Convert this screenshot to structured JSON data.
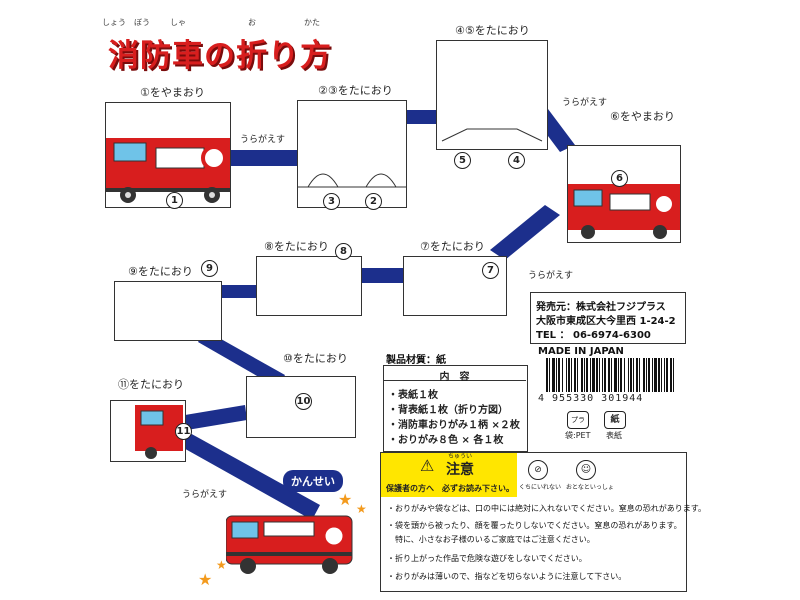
{
  "title": {
    "text": "消防車の折り方",
    "ruby": [
      "しょう",
      "ぼう",
      "しゃ",
      "お",
      "かた"
    ]
  },
  "steps": {
    "s1": "①をやまおり",
    "s23": "②③をたにおり",
    "s45": "④⑤をたにおり",
    "s6": "⑥をやまおり",
    "s7": "⑦をたにおり",
    "s8": "⑧をたにおり",
    "s9": "⑨をたにおり",
    "s10": "⑩をたにおり",
    "s11": "⑪をたにおり",
    "flip": "うらがえす",
    "done": "かんせい"
  },
  "numbers": [
    "1",
    "2",
    "3",
    "4",
    "5",
    "6",
    "7",
    "8",
    "9",
    "10",
    "11"
  ],
  "seller": {
    "line1": "発売元：株式会社フジプラス",
    "line2": "大阪市東成区大今里西 1-24-2",
    "line3": "TEL ： 06-6974-6300"
  },
  "material": "製品材質：紙",
  "made_in": "MADE IN JAPAN",
  "contents": {
    "header": "内　容",
    "items": [
      "・表紙１枚",
      "・背表紙１枚（折り方図）",
      "・消防車おりがみ１柄 ×２枚",
      "・おりがみ８色 × 各１枚"
    ]
  },
  "barcode": "4 955330 301944",
  "recycle": {
    "bag": "袋:PET",
    "cover": "表紙",
    "mark1": "プラ",
    "mark2": "紙"
  },
  "caution": {
    "title": "注意",
    "title_ruby": "ちゅうい",
    "subtitle": "保護者の方へ　必ずお読み下さい。",
    "icon_no_mouth": "くちにいれない",
    "icon_adult": "おとなといっしょ",
    "lines": [
      "・おりがみや袋などは、口の中には絶対に入れないでください。窒息の恐れがあります。",
      "・袋を頭から被ったり、顔を覆ったりしないでください。窒息の恐れがあります。",
      "　特に、小さなお子様のいるご家庭ではご注意ください。",
      "・折り上がった作品で危険な遊びをしないでください。",
      "・おりがみは薄いので、指などを切らないように注意して下さい。"
    ]
  },
  "colors": {
    "red": "#d81e1e",
    "blue": "#1c2f8c",
    "yellow": "#ffe600",
    "orange": "#f39a1d"
  }
}
